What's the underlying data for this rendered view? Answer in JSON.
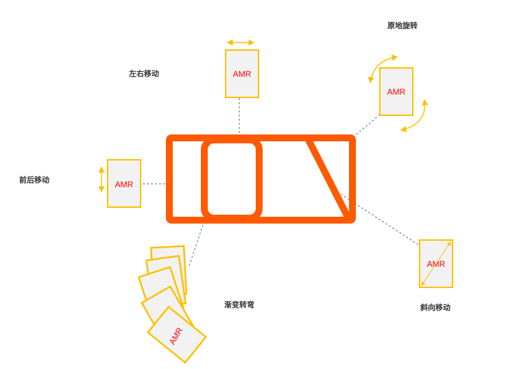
{
  "labels": {
    "left_right": "左右移动",
    "rotate_in_place": "原地旋转",
    "forward_backward": "前后移动",
    "gradual_turn": "渐变转弯",
    "diagonal": "斜向移动"
  },
  "card_text": "AMR",
  "colors": {
    "frame": "#ff5a00",
    "card_border": "#ffc000",
    "card_fill": "#f2f2f2",
    "amr_text": "#ff0000",
    "dash": "#4a6a9a"
  }
}
